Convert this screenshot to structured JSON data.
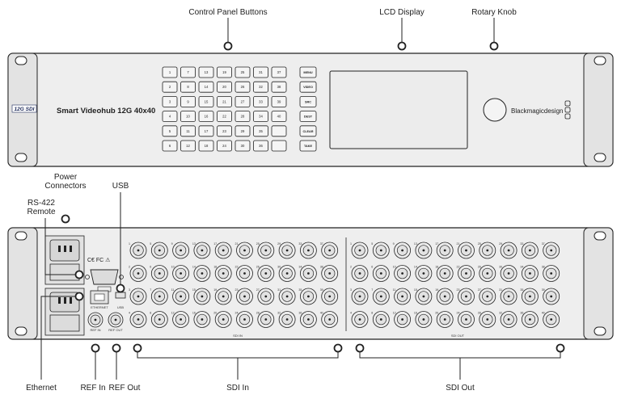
{
  "labels": {
    "control_panel_buttons": "Control Panel Buttons",
    "lcd_display": "LCD Display",
    "rotary_knob": "Rotary Knob",
    "power_connectors": "Power Connectors",
    "usb": "USB",
    "rs422_remote": "RS-422 Remote",
    "ethernet": "Ethernet",
    "ref_in": "REF In",
    "ref_out": "REF Out",
    "sdi_in": "SDI In",
    "sdi_out": "SDI Out"
  },
  "front_panel": {
    "model_logo": "12G SDI",
    "model_name": "Smart Videohub 12G 40x40",
    "brand": "Blackmagicdesign",
    "number_buttons": [
      [
        "1",
        "7",
        "13",
        "19",
        "25",
        "31",
        "37"
      ],
      [
        "2",
        "8",
        "14",
        "20",
        "26",
        "32",
        "38"
      ],
      [
        "3",
        "9",
        "15",
        "21",
        "27",
        "33",
        "39"
      ],
      [
        "4",
        "10",
        "16",
        "22",
        "28",
        "34",
        "40"
      ],
      [
        "5",
        "11",
        "17",
        "23",
        "29",
        "35",
        ""
      ],
      [
        "6",
        "12",
        "18",
        "24",
        "30",
        "36",
        ""
      ]
    ],
    "function_buttons": [
      "MENU",
      "VIDEO",
      "SRC",
      "DEST",
      "CLEAR",
      "TAKE"
    ]
  },
  "rear_panel": {
    "ethernet_label": "ETHERNET",
    "usb_label": "USB",
    "ref_in_label": "REF IN",
    "ref_out_label": "REF OUT",
    "sdi_in_caption": "SDI IN",
    "sdi_out_caption": "SDI OUT",
    "sdi_in_rows": [
      [
        "1",
        "5",
        "9",
        "13",
        "17",
        "21",
        "25",
        "29",
        "33",
        "37"
      ],
      [
        "2",
        "6",
        "10",
        "14",
        "18",
        "22",
        "26",
        "30",
        "34",
        "38"
      ],
      [
        "3",
        "7",
        "11",
        "15",
        "19",
        "23",
        "27",
        "31",
        "35",
        "39"
      ],
      [
        "4",
        "8",
        "12",
        "16",
        "20",
        "24",
        "28",
        "32",
        "36",
        "40"
      ]
    ],
    "sdi_out_rows": [
      [
        "1",
        "5",
        "9",
        "13",
        "17",
        "21",
        "25",
        "29",
        "33",
        "37"
      ],
      [
        "2",
        "6",
        "10",
        "14",
        "18",
        "22",
        "26",
        "30",
        "34",
        "38"
      ],
      [
        "3",
        "7",
        "11",
        "15",
        "19",
        "23",
        "27",
        "31",
        "35",
        "39"
      ],
      [
        "4",
        "8",
        "12",
        "16",
        "20",
        "24",
        "28",
        "32",
        "36",
        "40"
      ]
    ]
  }
}
